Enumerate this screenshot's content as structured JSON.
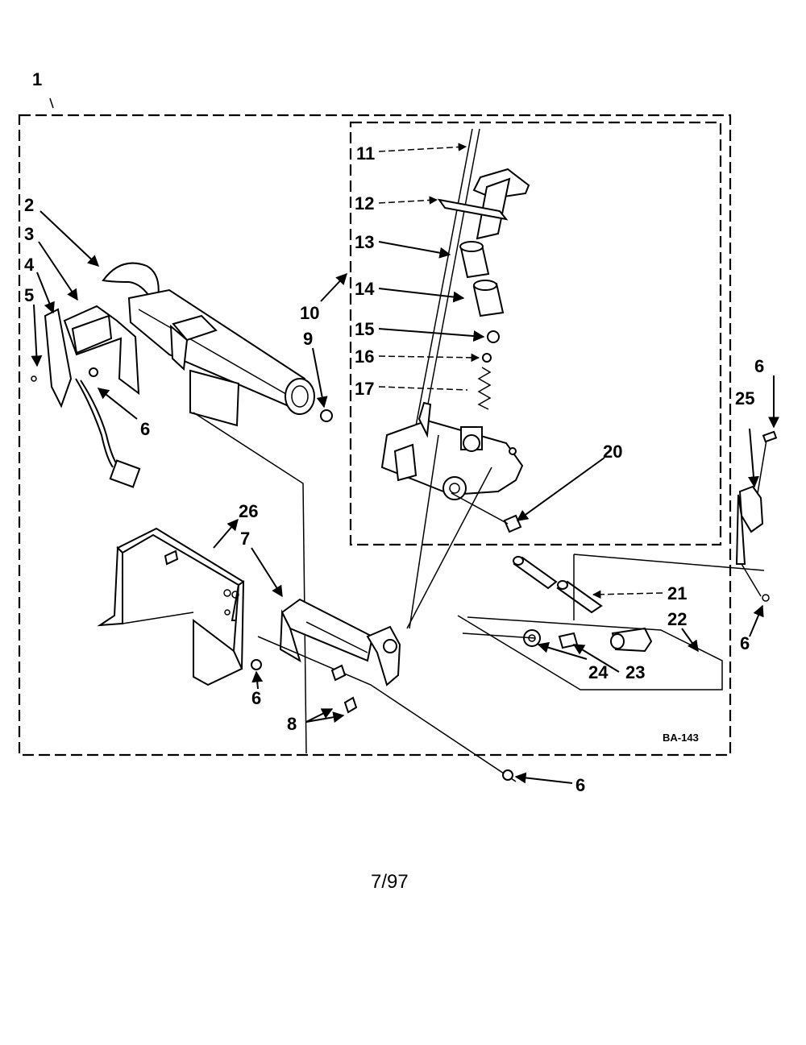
{
  "diagram": {
    "callouts": [
      "1",
      "2",
      "3",
      "4",
      "5",
      "6",
      "6",
      "6",
      "6",
      "6",
      "7",
      "8",
      "9",
      "10",
      "11",
      "12",
      "13",
      "14",
      "15",
      "16",
      "17",
      "20",
      "21",
      "22",
      "23",
      "24",
      "25",
      "26"
    ],
    "code": "BA-143",
    "footer": "7/97"
  }
}
